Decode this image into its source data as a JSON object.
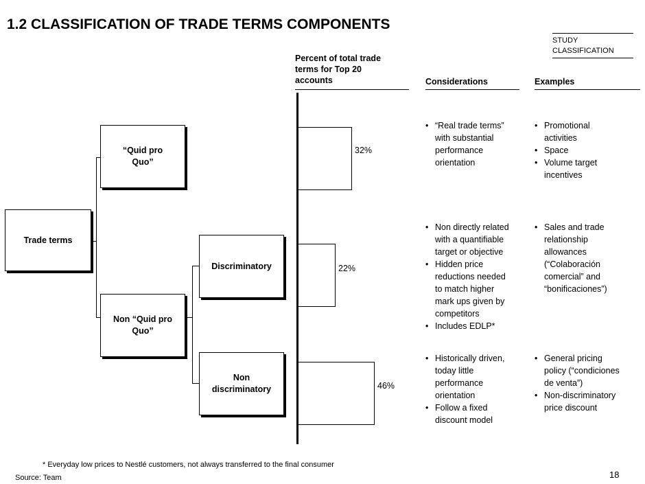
{
  "title": "1.2 CLASSIFICATION OF TRADE TERMS COMPONENTS",
  "tag": {
    "line1": "STUDY",
    "line2": "CLASSIFICATION"
  },
  "headers": {
    "percent": [
      "Percent of total trade",
      "terms for Top 20",
      "accounts"
    ],
    "considerations": "Considerations",
    "examples": "Examples"
  },
  "tree": {
    "root": "Trade terms",
    "quid": [
      "“Quid pro",
      "Quo”"
    ],
    "non_quid": [
      "Non “Quid pro",
      "Quo”"
    ],
    "discriminatory": "Discriminatory",
    "non_discriminatory": [
      "Non",
      "discriminatory"
    ]
  },
  "bars": [
    {
      "category": "Quid pro Quo",
      "value": 32,
      "label": "32%"
    },
    {
      "category": "Discriminatory",
      "value": 22,
      "label": "22%"
    },
    {
      "category": "Non discriminatory",
      "value": 46,
      "label": "46%"
    }
  ],
  "rows": [
    {
      "considerations": [
        [
          "“Real trade terms”",
          "with substantial",
          "performance",
          "orientation"
        ]
      ],
      "examples": [
        [
          "Promotional",
          "activities"
        ],
        [
          "Space"
        ],
        [
          "Volume target",
          "incentives"
        ]
      ]
    },
    {
      "considerations": [
        [
          "Non directly related",
          "with a quantifiable",
          "target or objective"
        ],
        [
          "Hidden price",
          "reductions needed",
          "to match higher",
          "mark ups given by",
          "competitors"
        ],
        [
          "Includes EDLP*"
        ]
      ],
      "examples": [
        [
          "Sales and trade",
          "relationship",
          "allowances",
          "(“Colaboración",
          "comercial” and",
          "“bonificaciones”)"
        ]
      ]
    },
    {
      "considerations": [
        [
          "Historically driven,",
          "today little",
          "performance",
          "orientation"
        ],
        [
          "Follow a fixed",
          "discount model"
        ]
      ],
      "examples": [
        [
          "General pricing",
          "policy (“condiciones",
          "de venta”)"
        ],
        [
          "Non-discriminatory",
          "price discount"
        ]
      ]
    }
  ],
  "footnote": "* Everyday low prices to Nestlé customers, not always transferred to the final consumer",
  "source": "Source: Team",
  "page_number": "18"
}
